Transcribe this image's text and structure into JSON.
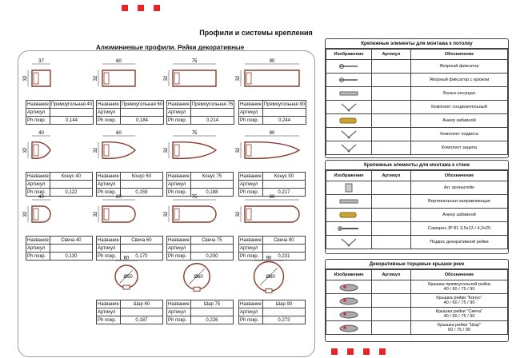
{
  "page_title": "Профили и системы крепления",
  "left_title": "Алюминиевые профили. Рейки декоративные",
  "labels": {
    "name": "Название",
    "article": "Артикул",
    "ph": "Рh покр."
  },
  "profiles": [
    {
      "name": "Прямоугольная 40",
      "w": "37",
      "h": "32",
      "ph": "0,144",
      "shape": "rect",
      "ref": 40
    },
    {
      "name": "Прямоугольная 60",
      "w": "60",
      "h": "32",
      "ph": "0,184",
      "shape": "rect",
      "ref": 60
    },
    {
      "name": "Прямоугольная 75",
      "w": "75",
      "h": "32",
      "ph": "0,214",
      "shape": "rect",
      "ref": 75
    },
    {
      "name": "Прямоугольная 90",
      "w": "90",
      "h": "32",
      "ph": "0,244",
      "shape": "rect",
      "ref": 90
    },
    {
      "name": "Конус 40",
      "w": "40",
      "h": "32",
      "ph": "0,122",
      "shape": "cone",
      "ref": 40
    },
    {
      "name": "Конус 60",
      "w": "60",
      "h": "32",
      "ph": "0,159",
      "shape": "cone",
      "ref": 60
    },
    {
      "name": "Конус 75",
      "w": "75",
      "h": "32",
      "ph": "0,188",
      "shape": "cone",
      "ref": 75
    },
    {
      "name": "Конус 90",
      "w": "90",
      "h": "32",
      "ph": "0,217",
      "shape": "cone",
      "ref": 90
    },
    {
      "name": "Свеча 40",
      "w": "40",
      "h": "32",
      "ph": "0,130",
      "shape": "candle",
      "ref": 40
    },
    {
      "name": "Свеча 60",
      "w": "60",
      "h": "32",
      "ph": "0,170",
      "shape": "candle",
      "ref": 60
    },
    {
      "name": "Свеча 75",
      "w": "75",
      "h": "32",
      "ph": "0,200",
      "shape": "candle",
      "ref": 75
    },
    {
      "name": "Свеча 90",
      "w": "90",
      "h": "32",
      "ph": "0,231",
      "shape": "candle",
      "ref": 90
    },
    {
      "name": "Шар 60",
      "w": "60",
      "h": "",
      "d": "Ø50",
      "ph": "0,187",
      "shape": "ball",
      "ref": 60
    },
    {
      "name": "Шар 75",
      "w": "",
      "h": "",
      "d": "Ø60",
      "ph": "0,226",
      "shape": "ball",
      "ref": 75
    },
    {
      "name": "Шар 90",
      "w": "90",
      "h": "",
      "d": "Ø80",
      "ph": "0,273",
      "shape": "ball",
      "ref": 90
    }
  ],
  "right_headers": {
    "image": "Изображение",
    "article": "Артикул",
    "designation": "Обозначение"
  },
  "ceiling": {
    "title": "Крепежные элементы для монтажа к потолку",
    "items": [
      {
        "label": "Якорный фиксатор",
        "icon": "anchor-clip-icon"
      },
      {
        "label": "Якорный фиксатор с крюком",
        "icon": "anchor-hook-icon"
      },
      {
        "label": "Балка несущая",
        "icon": "beam-icon"
      },
      {
        "label": "Комплект соединительный",
        "icon": "connector-kit-icon"
      },
      {
        "label": "Анкер забивной",
        "icon": "anchor-icon"
      },
      {
        "label": "Комплект подвеса",
        "icon": "hanger-kit-icon"
      },
      {
        "label": "Комплект зацепа",
        "icon": "hook-kit-icon"
      }
    ]
  },
  "wall": {
    "title": "Крепежные элементы для монтажа к стене",
    "items": [
      {
        "label": "Ал. кронштейн",
        "icon": "bracket-icon"
      },
      {
        "label": "Вертикальная направляющая",
        "icon": "guide-rail-icon"
      },
      {
        "label": "Анкер забивной",
        "icon": "anchor-icon"
      },
      {
        "label": "Саморез JP 81  3,5x13 / 4,2x25",
        "icon": "screw-icon"
      },
      {
        "label": "Подвес декоративной рейки",
        "icon": "rail-hanger-icon"
      }
    ]
  },
  "caps": {
    "title": "Декоративные торцевые крышки реек",
    "items": [
      {
        "label": "Крышка прямоугольной рейки\n40 / 60 / 75 / 90",
        "icon": "cap-rect-icon"
      },
      {
        "label": "Крышка  рейки  \"Конус\"\n40 / 60 / 75 / 90",
        "icon": "cap-cone-icon"
      },
      {
        "label": "Крышка  рейки  \"Свеча\"\n40 / 60 / 75 / 90",
        "icon": "cap-candle-icon"
      },
      {
        "label": "Крышка рейки \"Шар\"\n60 / 75 / 90",
        "icon": "cap-ball-icon"
      }
    ]
  },
  "colors": {
    "accent": "#e3262b",
    "profile": "#8a3b2b"
  }
}
